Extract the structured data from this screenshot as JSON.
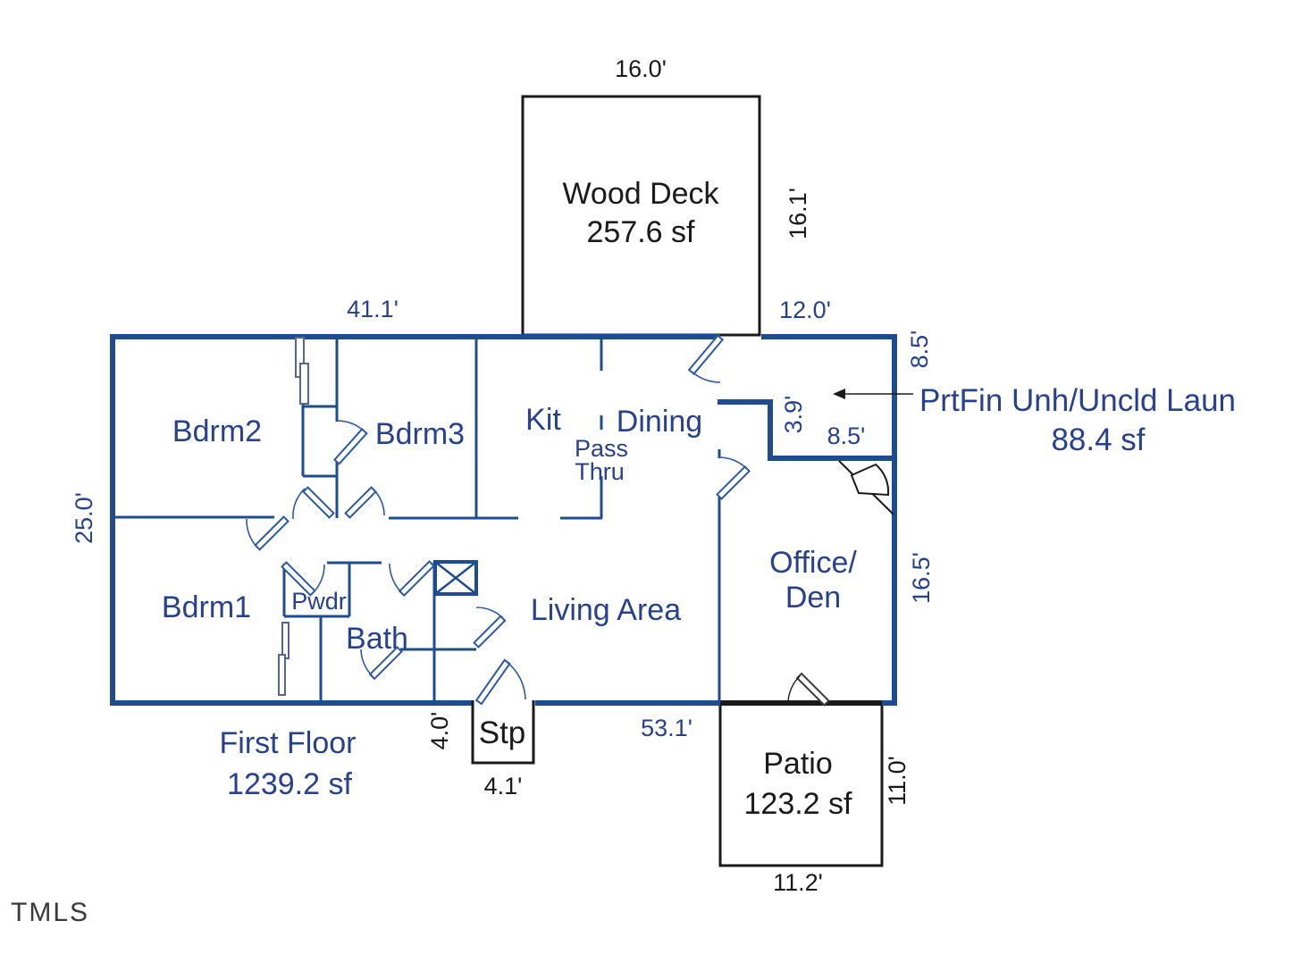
{
  "colors": {
    "wall_blue": "#1f4c8f",
    "label_blue": "#27418d",
    "outline_black": "#1a1a1a"
  },
  "rooms": {
    "bdrm1": "Bdrm1",
    "bdrm2": "Bdrm2",
    "bdrm3": "Bdrm3",
    "kitchen": "Kit",
    "dining": "Dining",
    "pass_thru_line1": "Pass",
    "pass_thru_line2": "Thru",
    "office_line1": "Office/",
    "office_line2": "Den",
    "living": "Living Area",
    "bath": "Bath",
    "powder": "Pwdr",
    "step": "Stp"
  },
  "areas": {
    "wood_deck": {
      "label": "Wood Deck",
      "sqft": "257.6 sf"
    },
    "laundry": {
      "label": "PrtFin Unh/Uncld Laun",
      "sqft": "88.4 sf"
    },
    "first_floor": {
      "label": "First Floor",
      "sqft": "1239.2 sf"
    },
    "patio": {
      "label": "Patio",
      "sqft": "123.2 sf"
    }
  },
  "dimensions": {
    "deck_top": "16.0'",
    "deck_right": "16.1'",
    "top_left": "41.1'",
    "top_right": "12.0'",
    "left_side": "25.0'",
    "laundry_right": "8.5'",
    "laundry_jog": "3.9'",
    "laundry_width": "8.5'",
    "office_right": "16.5'",
    "bottom": "53.1'",
    "step_left": "4.0'",
    "step_bottom": "4.1'",
    "patio_right": "11.0'",
    "patio_bottom": "11.2'"
  },
  "watermark": "TMLS"
}
